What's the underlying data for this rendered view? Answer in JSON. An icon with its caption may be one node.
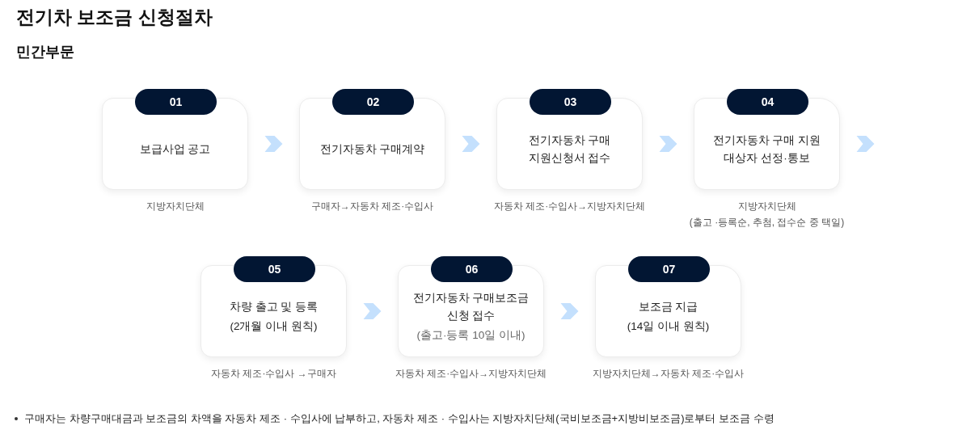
{
  "diagram": {
    "title": "전기차 보조금 신청절차",
    "nodes": [
      {
        "text": [
          "01",
          "보급사업 공고"
        ],
        "beside": [
          "지방자치단체"
        ]
      },
      {
        "text": [
          "02",
          "전기자동차 구매계약"
        ],
        "beside": [
          "구매자→자동차 제조·수입사"
        ]
      },
      {
        "text": [
          "03",
          "전기자동차 구매 지원신청서 접수"
        ],
        "beside": [
          "자동차 제조·수입사→지방자치단체"
        ]
      },
      {
        "text": [
          "04",
          "전기자동차 구매 지원 대상자 선정·통보"
        ],
        "beside": [
          "지방자치단체",
          "(출고 ·등록순, 추첨, 접수순 중 택일)"
        ]
      },
      {
        "text": [
          "05",
          "차량 출고 및 등록",
          "(2개월 이내 원칙)"
        ],
        "beside": [
          "자동차 제조·수입사 →구매자"
        ]
      },
      {
        "text": [
          "06",
          "전기자동차 구매보조금 신청 접수",
          "(출고·등록 10일 이내)"
        ],
        "beside": [
          "자동차 제조·수입사→지방자치단체"
        ]
      },
      {
        "text": [
          "07",
          "보조금 지급",
          "(14일 이내 원칙)"
        ],
        "beside": [
          "지방자치단체→자동차 제조·수입사"
        ]
      }
    ],
    "edges": [
      {
        "from": 0,
        "to": 1,
        "arrow": "to"
      },
      {
        "from": 1,
        "to": 2,
        "arrow": "to"
      },
      {
        "from": 2,
        "to": 3,
        "arrow": "to"
      },
      {
        "from": 3,
        "to": null,
        "arrow": "to"
      },
      {
        "from": 4,
        "to": 5,
        "arrow": "to"
      },
      {
        "from": 5,
        "to": 6,
        "arrow": "to"
      }
    ],
    "labels": [
      "민간부문",
      "구매자는 차량구매대금과 보조금의 차액을 자동차 제조 · 수입사에 납부하고, 자동차 제조 · 수입사는 지방자치단체(국비보조금+지방비보조금)로부터 보조금 수령"
    ]
  }
}
